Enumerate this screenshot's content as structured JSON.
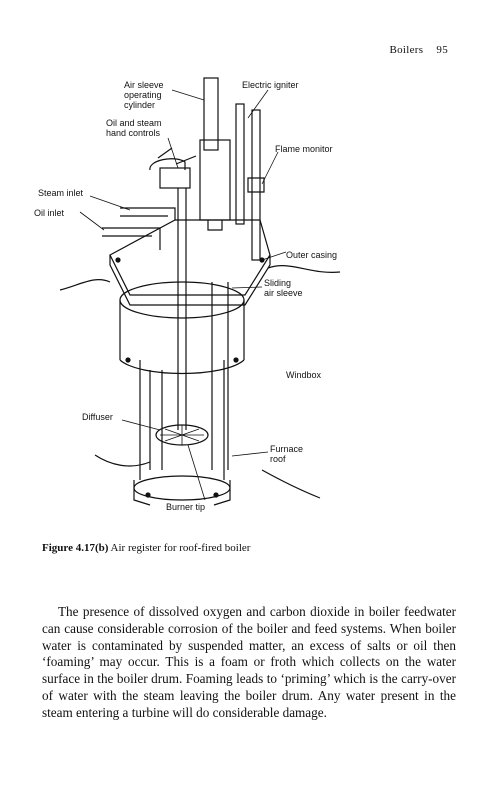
{
  "header": {
    "title": "Boilers",
    "page_number": "95"
  },
  "figure": {
    "labels": {
      "air_sleeve_cylinder": [
        "Air sleeve",
        "operating",
        "cylinder"
      ],
      "electric_igniter": "Electric igniter",
      "oil_steam_controls": [
        "Oil and steam",
        "hand controls"
      ],
      "flame_monitor": "Flame monitor",
      "steam_inlet": "Steam inlet",
      "oil_inlet": "Oil inlet",
      "outer_casing": "Outer casing",
      "sliding_air_sleeve": [
        "Sliding",
        "air sleeve"
      ],
      "windbox": "Windbox",
      "diffuser": "Diffuser",
      "furnace_roof": [
        "Furnace",
        "roof"
      ],
      "burner_tip": "Burner tip"
    },
    "caption": {
      "number": "Figure 4.17(b)",
      "text": " Air register for roof-fired boiler"
    }
  },
  "body": {
    "paragraph": "The presence of dissolved oxygen and carbon dioxide in boiler feedwater can cause considerable corrosion of the boiler and feed systems. When boiler water is contaminated by suspended matter, an excess of salts or oil then ‘foaming’ may occur. This is a foam or froth which collects on the water surface in the boiler drum. Foaming leads to ‘priming’ which is the carry-over of water with the steam leaving the boiler drum. Any water present in the steam entering a turbine will do considerable damage."
  }
}
